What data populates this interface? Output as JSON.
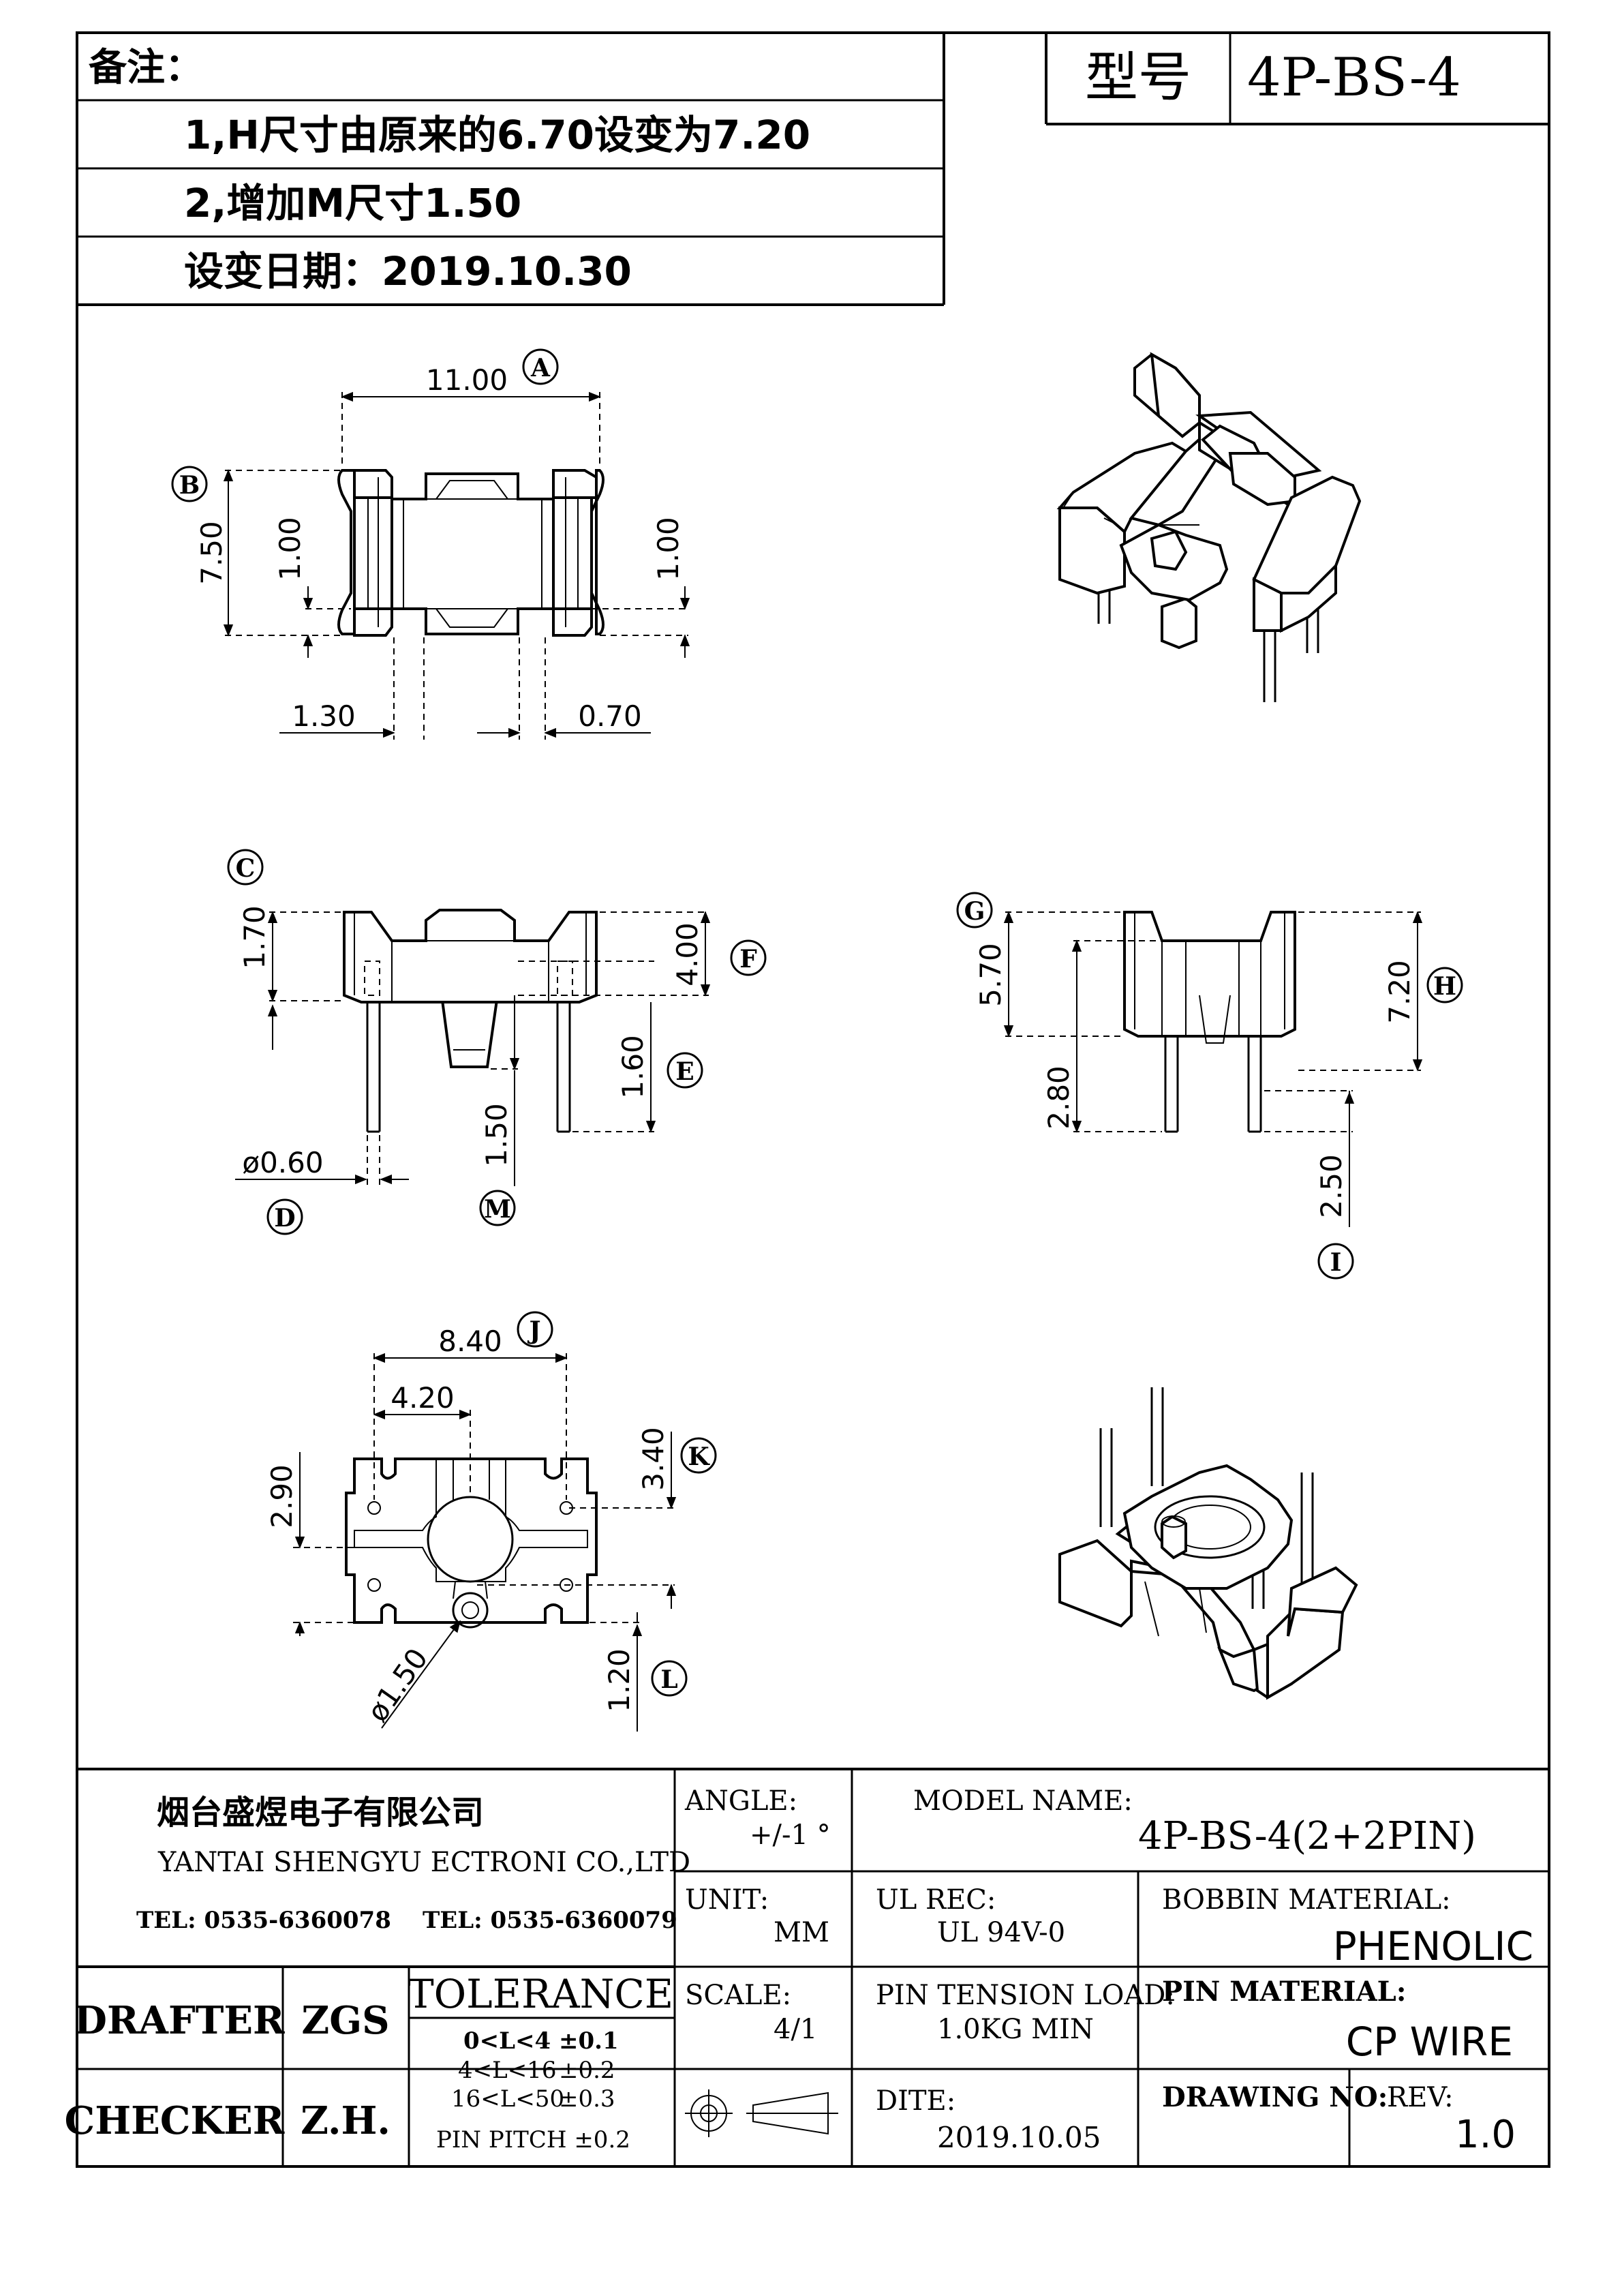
{
  "header": {
    "notes_label": "备注：",
    "note_1": "1,H尺寸由原来的6.70设变为7.20",
    "note_2": "2,增加M尺寸1.50",
    "note_3": "设变日期：2019.10.30",
    "model_label": "型号",
    "model_value": "4P-BS-4"
  },
  "dimensions": {
    "A": {
      "letter": "A",
      "value": "11.00"
    },
    "B": {
      "letter": "B",
      "value": "7.50"
    },
    "B_inner_left": "1.00",
    "B_inner_right": "1.00",
    "bottom_left": "1.30",
    "bottom_right": "0.70",
    "C": {
      "letter": "C",
      "value": "1.70"
    },
    "F": {
      "letter": "F",
      "value": "4.00"
    },
    "E": {
      "letter": "E",
      "value": "1.60"
    },
    "M": {
      "letter": "M",
      "value": "1.50"
    },
    "D": {
      "letter": "D",
      "value": "ø0.60"
    },
    "G": {
      "letter": "G",
      "value": "5.70"
    },
    "H": {
      "letter": "H",
      "value": "7.20"
    },
    "G_inner": "2.80",
    "I": {
      "letter": "I",
      "value": "2.50"
    },
    "J": {
      "letter": "J",
      "value": "8.40"
    },
    "J_inner": "4.20",
    "K": {
      "letter": "K",
      "value": "3.40"
    },
    "K_left": "2.90",
    "L": {
      "letter": "L",
      "value": "1.20"
    },
    "hole": "ø1.50"
  },
  "title_block": {
    "company_cn": "烟台盛煜电子有限公司",
    "company_en": "YANTAI SHENGYU ECTRONI CO.,LTD",
    "tel_1": "TEL: 0535-6360078",
    "tel_2": "TEL: 0535-6360079",
    "angle_label": "ANGLE:",
    "angle_value": "+/-1 °",
    "model_name_label": "MODEL NAME:",
    "model_name_value": "4P-BS-4(2+2PIN)",
    "unit_label": "UNIT:",
    "unit_value": "MM",
    "ul_label": "UL REC:",
    "ul_value": "UL 94V-0",
    "bobbin_label": "BOBBIN MATERIAL:",
    "bobbin_value": "PHENOLIC",
    "drafter_label": "DRAFTER",
    "drafter_value": "ZGS",
    "checker_label": "CHECKER",
    "checker_value": "Z.H.",
    "tolerance_label": "TOLERANCE",
    "tol_1_range": "0<L<4",
    "tol_1_value": "±0.1",
    "tol_2_range": "4<L<16",
    "tol_2_value": "±0.2",
    "tol_3_range": "16<L<50",
    "tol_3_value": "±0.3",
    "tol_pin": "PIN PITCH  ±0.2",
    "scale_label": "SCALE:",
    "scale_value": "4/1",
    "pin_tension_label": "PIN TENSION LOAD:",
    "pin_tension_value": "1.0KG MIN",
    "pin_material_label": "PIN MATERIAL:",
    "pin_material_value": "CP  WIRE",
    "date_label": "DITE:",
    "date_value": "2019.10.05",
    "drawing_no_label": "DRAWING NO:",
    "rev_label": "REV:",
    "rev_value": "1.0"
  }
}
